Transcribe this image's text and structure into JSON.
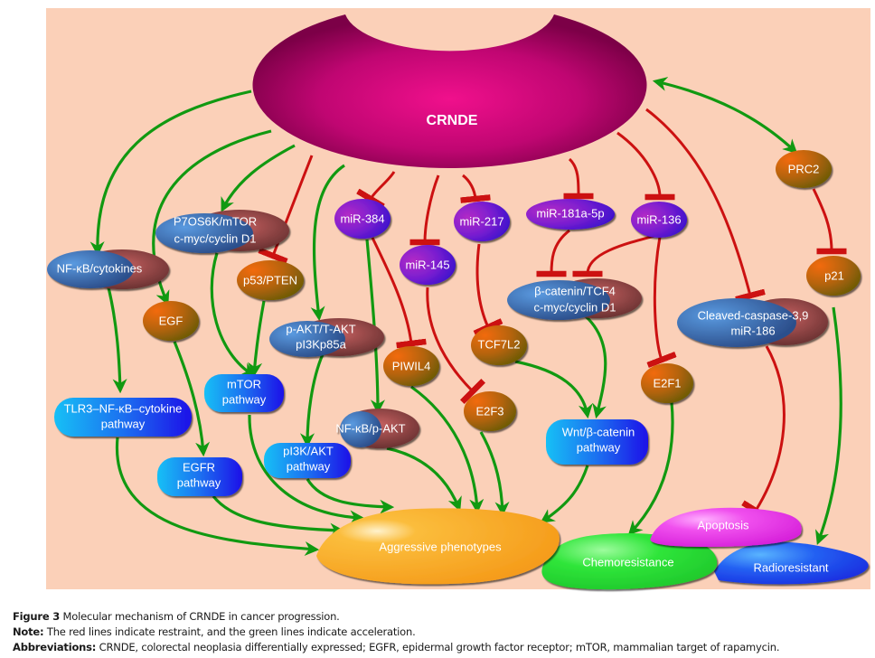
{
  "diagram": {
    "center": "CRNDE",
    "nodes": {
      "prc2": "PRC2",
      "p21": "p21",
      "p70s6k_line1": "P7OS6K/mTOR",
      "p70s6k_line2": "c-myc/cyclin D1",
      "nfkb_cytokines": "NF-κB/cytokines",
      "egf": "EGF",
      "p53_pten": "p53/PTEN",
      "pakt_line1": "p-AKT/T-AKT",
      "pakt_line2": "pI3Kp85a",
      "mir384": "miR-384",
      "mir145": "miR-145",
      "mir217": "miR-217",
      "mir181": "miR-181a-5p",
      "mir136": "miR-136",
      "bcatenin_line1": "β-catenin/TCF4",
      "bcatenin_line2": "c-myc/cyclin D1",
      "caspase_line1": "Cleaved-caspase-3,9",
      "caspase_line2": "miR-186",
      "piwil4": "PIWIL4",
      "tcf7l2": "TCF7L2",
      "e2f3": "E2F3",
      "e2f1": "E2F1",
      "nfkb_pakt": "NF-κB/p-AKT"
    },
    "pathways": {
      "tlr3_line1": "TLR3–NF-κB–cytokine",
      "tlr3_line2": "pathway",
      "mtor_line1": "mTOR",
      "mtor_line2": "pathway",
      "egfr_line1": "EGFR",
      "egfr_line2": "pathway",
      "pi3k_line1": "pI3K/AKT",
      "pi3k_line2": "pathway",
      "wnt_line1": "Wnt/β-catenin",
      "wnt_line2": "pathway"
    },
    "outcomes": {
      "aggressive": "Aggressive phenotypes",
      "chemo": "Chemoresistance",
      "apoptosis": "Apoptosis",
      "radio": "Radioresistant"
    },
    "legend_colors": {
      "restraint": "#cc1111",
      "acceleration": "#119911",
      "background": "#fbd0b8"
    }
  },
  "caption": {
    "figure_label": "Figure 3",
    "figure_text": " Molecular mechanism of CRNDE in cancer progression.",
    "note_label": "Note:",
    "note_text": " The red lines indicate restraint, and the green lines indicate acceleration.",
    "abbr_label": "Abbreviations:",
    "abbr_text": " CRNDE, colorectal neoplasia differentially expressed; EGFR, epidermal growth factor receptor; mTOR, mammalian target of rapamycin."
  }
}
